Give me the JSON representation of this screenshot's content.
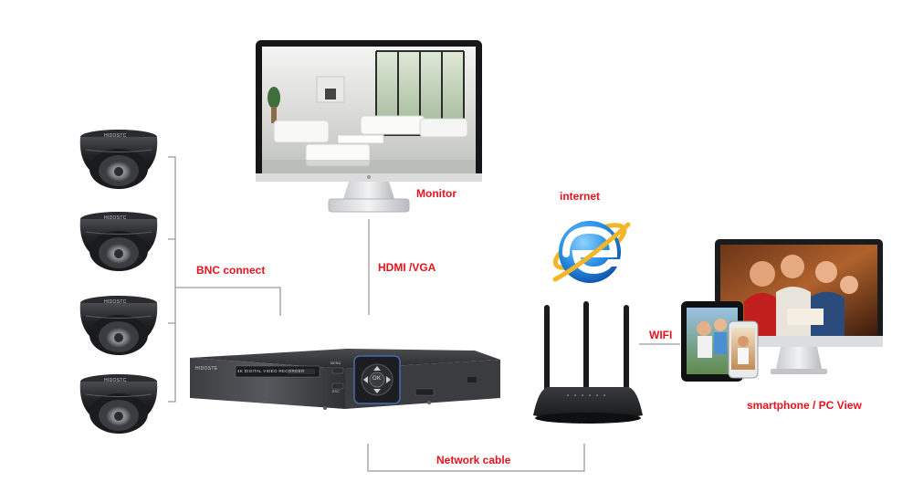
{
  "labels": {
    "monitor": "Monitor",
    "internet": "internet",
    "bnc": "BNC connect",
    "hdmi": "HDMI /VGA",
    "wifi": "WIFI",
    "network": "Network cable",
    "view": "smartphone / PC View"
  },
  "devices": {
    "camera_brand": "HIDOSTC",
    "dvr_brand": "HIDOSTE",
    "dvr_model": "4K DIGITAL VIDEO RECORDER",
    "dvr_ok": "OK",
    "dvr_btn_menu": "MENU",
    "dvr_btn_esc": "ESC",
    "cameras": [
      {
        "name": "dome-camera"
      },
      {
        "name": "dome-camera"
      },
      {
        "name": "dome-camera"
      },
      {
        "name": "dome-camera"
      }
    ]
  },
  "colors": {
    "label_red": "#e8121d",
    "line_gray": "#9a9a9a",
    "device_dark": "#1e1f22",
    "ie_blue": "#1a7fd8"
  }
}
